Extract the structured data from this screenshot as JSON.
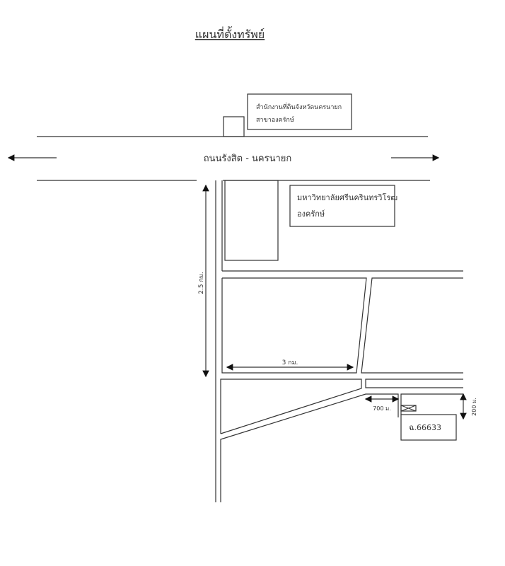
{
  "title": "แผนที่ตั้งทรัพย์",
  "road_label": "ถนนรังสิต - นครนายก",
  "office_label": [
    "สำนักงานที่ดินจังหวัดนครนายก",
    "สาขาองครักษ์"
  ],
  "university_label": [
    "มหาวิทยาลัยศรีนครินทรวิโรฒ",
    "องครักษ์"
  ],
  "distances": {
    "vertical": "2.5 กม.",
    "horizontal": "3 กม.",
    "lane": "700 ม.",
    "plot_depth": "200 ม."
  },
  "deed_label": "ฉ.66633"
}
